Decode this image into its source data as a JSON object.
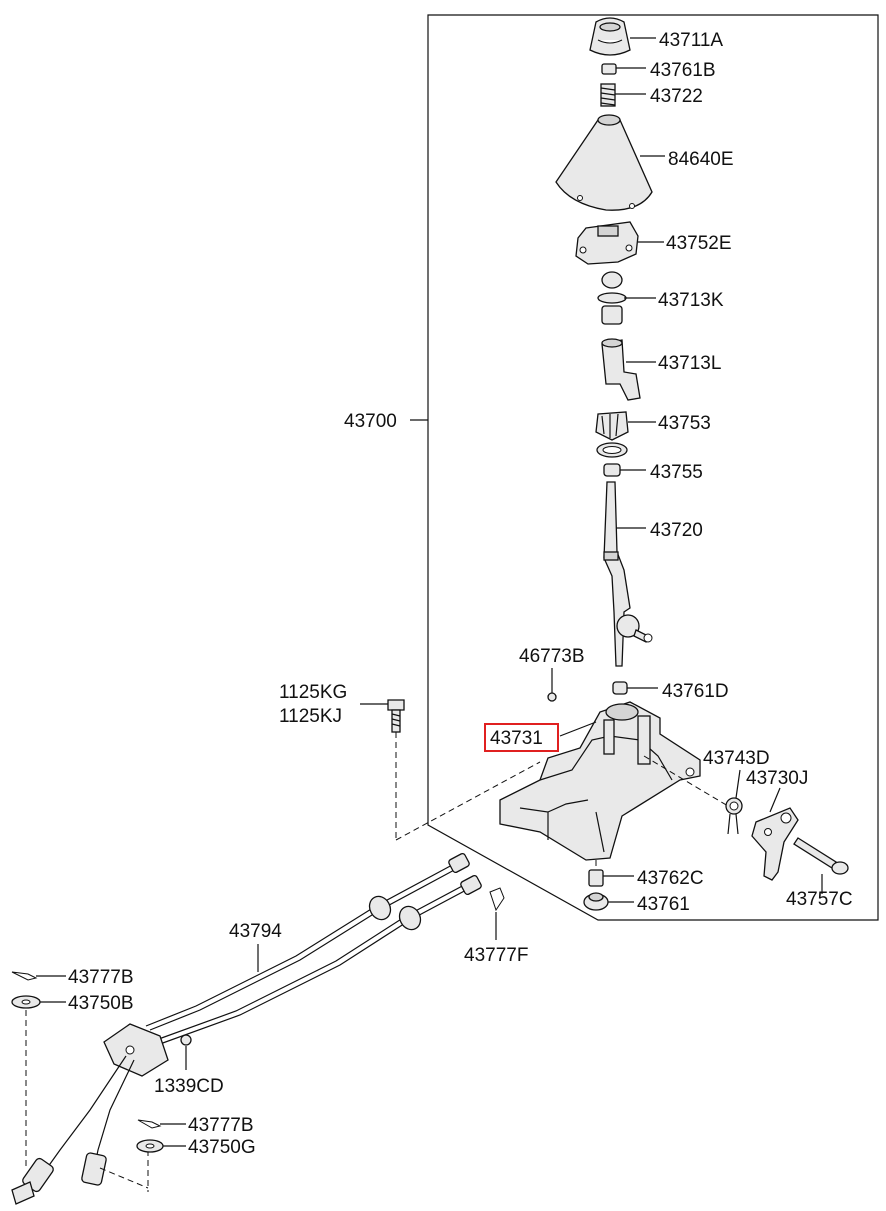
{
  "labels": {
    "p43711A": "43711A",
    "p43761B": "43761B",
    "p43722": "43722",
    "p84640E": "84640E",
    "p43752E": "43752E",
    "p43713K": "43713K",
    "p43713L": "43713L",
    "p43700": "43700",
    "p43753": "43753",
    "p43755": "43755",
    "p43720": "43720",
    "p46773B": "46773B",
    "p43761D": "43761D",
    "p1125KG": "1125KG",
    "p1125KJ": "1125KJ",
    "p43731": "43731",
    "p43743D": "43743D",
    "p43730J": "43730J",
    "p43762C": "43762C",
    "p43761": "43761",
    "p43757C": "43757C",
    "p43794": "43794",
    "p43777F": "43777F",
    "p43777B_top": "43777B",
    "p43750B": "43750B",
    "p1339CD": "1339CD",
    "p43777B_bottom": "43777B",
    "p43750G": "43750G"
  },
  "highlight": {
    "part": "43731",
    "color": "#e02020"
  },
  "colors": {
    "line": "#111111",
    "part_fill": "#e9e9e9",
    "background": "#ffffff"
  }
}
